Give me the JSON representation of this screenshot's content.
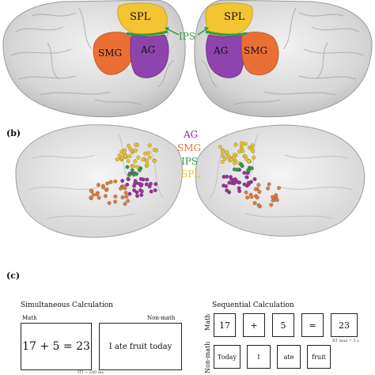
{
  "panel_labels": {
    "b": "(b)",
    "c": "(c)"
  },
  "panel_a": {
    "left_labels": {
      "spl": "SPL",
      "smg": "SMG",
      "ag": "AG"
    },
    "right_labels": {
      "spl": "SPL",
      "smg": "SMG",
      "ag": "AG"
    },
    "ips_label": "IPS"
  },
  "panel_b": {
    "legend": [
      {
        "text": "AG",
        "color": "#9b2d9b"
      },
      {
        "text": "SMG",
        "color": "#e07b39"
      },
      {
        "text": "IPS",
        "color": "#2e9a4a"
      },
      {
        "text": "SPL",
        "color": "#e8c22a"
      }
    ]
  },
  "colors": {
    "spl": "#f2c531",
    "smg": "#ea6f35",
    "ag": "#8e44ad",
    "ips": "#2e9a4a",
    "brain": "#d9d9d9"
  },
  "panel_c": {
    "simultaneous": {
      "title": "Simultaneous Calculation",
      "math_label": "Math",
      "nonmath_label": "Non-math",
      "math_text": "17 + 5 = 23",
      "nonmath_text": "I ate fruit today",
      "footnote": "ITI ~ 200 ms"
    },
    "sequential": {
      "title": "Sequential Calculation",
      "math_label": "Math",
      "nonmath_label": "Non-math",
      "math_cells": [
        "17",
        "+",
        "5",
        "=",
        "23"
      ],
      "nonmath_cells": [
        "Today",
        "I",
        "ate",
        "fruit"
      ],
      "rt_note": "RT max = 5 s"
    }
  }
}
